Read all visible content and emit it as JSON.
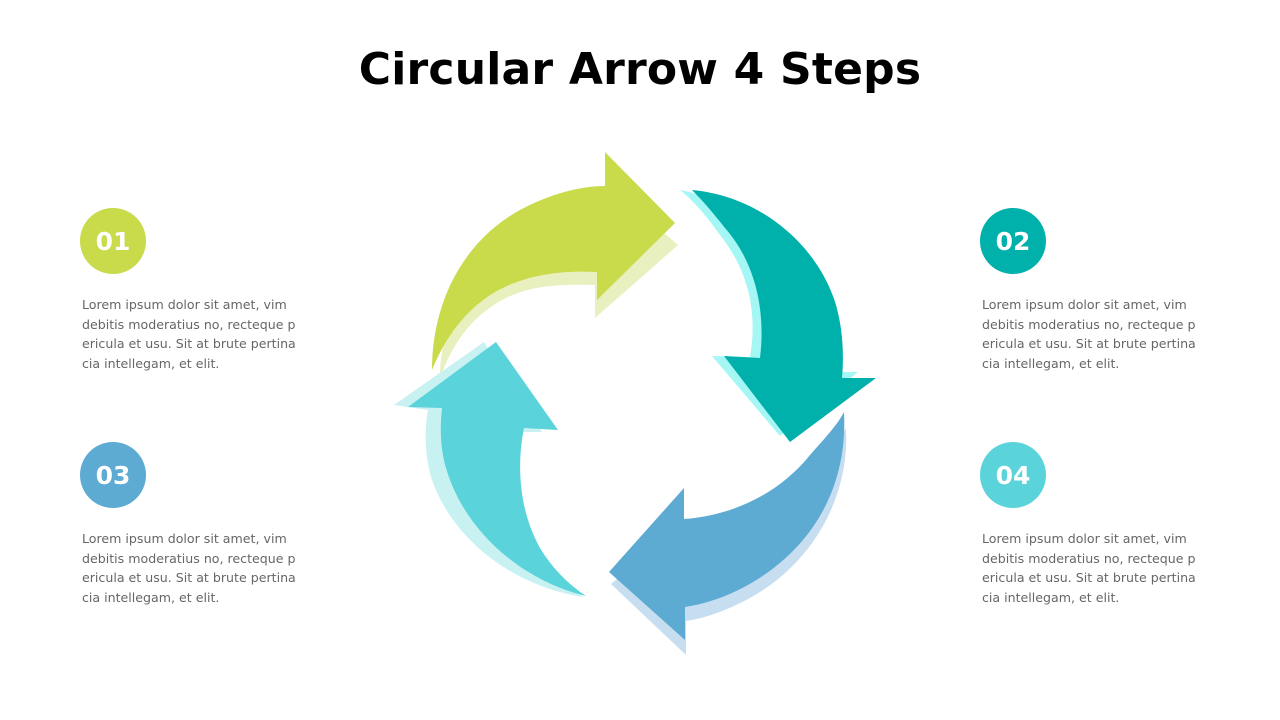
{
  "title": "Circular Arrow 4 Steps",
  "colors": {
    "step1": "#C9DA4A",
    "step2": "#00B0AB",
    "step3": "#5DAAD2",
    "step4": "#5AD4DA"
  },
  "steps": [
    {
      "number": "01",
      "color": "#C9DA4A",
      "text": "Lorem ipsum dolor sit amet, vim\ndebitis moderatius no, recteque p\nericula et usu. Sit at brute pertina\ncia intellegam, et elit."
    },
    {
      "number": "02",
      "color": "#00B0AB",
      "text": "Lorem ipsum dolor sit amet, vim\ndebitis moderatius no, recteque p\nericula et usu. Sit at brute pertina\ncia intellegam, et elit."
    },
    {
      "number": "03",
      "color": "#5DAAD2",
      "text": "Lorem ipsum dolor sit amet, vim\ndebitis moderatius no, recteque p\nericula et usu. Sit at brute pertina\ncia intellegam, et elit."
    },
    {
      "number": "04",
      "color": "#5AD4DA",
      "text": "Lorem ipsum dolor sit amet, vim\ndebitis moderatius no, recteque p\nericula et usu. Sit at brute pertina\ncia intellegam, et elit."
    }
  ]
}
